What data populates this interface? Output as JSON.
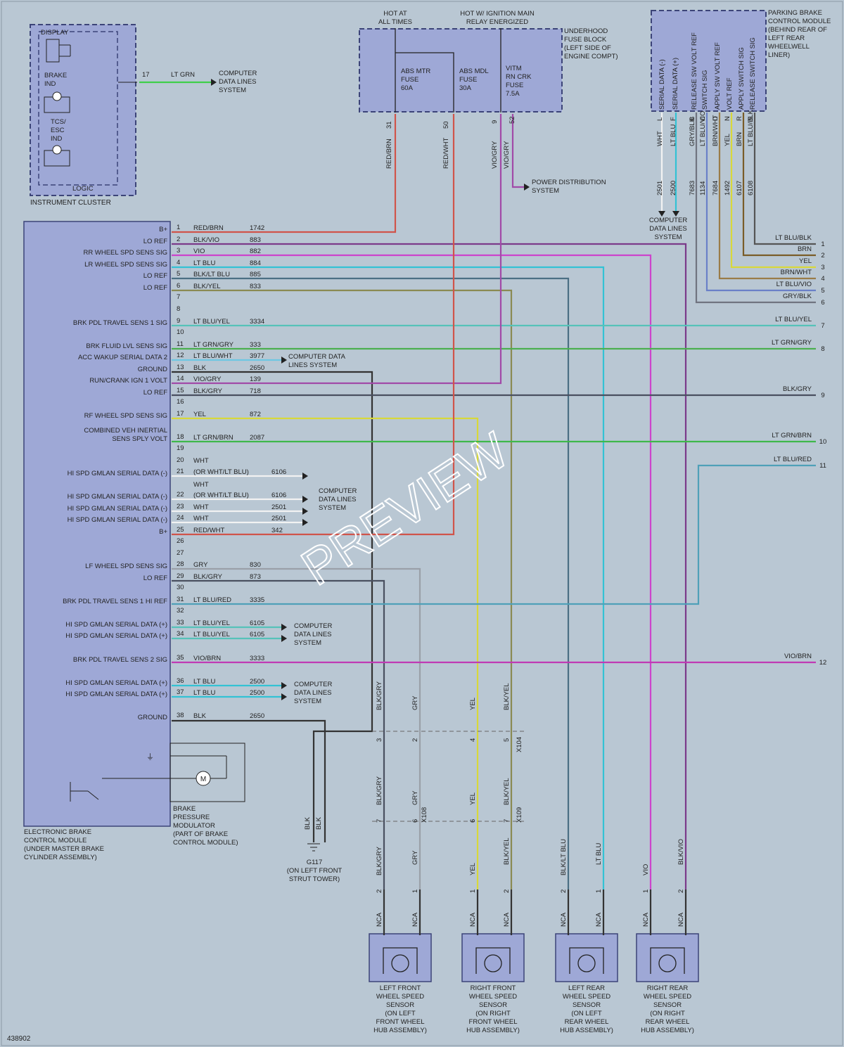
{
  "diagram_id": "438902",
  "watermark": "PREVIEW",
  "colors": {
    "background": "#b9c7d3",
    "component_fill": "#9ea8d6",
    "RED/BRN": "#d0544a",
    "RED/WHT": "#d0544a",
    "BLK/VIO": "#7b3a8a",
    "VIO": "#cc44cc",
    "LT BLU": "#33c2d4",
    "BLK/LT BLU": "#4b6f84",
    "BLK/YEL": "#8a8a52",
    "LT BLU/YEL": "#56c2b9",
    "LT GRN/GRY": "#4cb050",
    "LT BLU/WHT": "#6ec7e2",
    "BLK": "#333333",
    "VIO/GRY": "#a14aa8",
    "BLK/GRY": "#4a5060",
    "YEL": "#d8d83a",
    "LT GRN/BRN": "#3fb84a",
    "GRY": "#9aa0a8",
    "LT BLU/RED": "#4fa0b8",
    "VIO/BRN": "#c03ab4",
    "BRN": "#7a5c28",
    "BRN/WHT": "#9a7c48",
    "LT BLU/VIO": "#6a80c8",
    "GRY/BLK": "#707480",
    "WHT": "#f2f2f2",
    "LT GRN": "#3fcf4a"
  },
  "instrument_cluster": {
    "title": "INSTRUMENT CLUSTER",
    "display_label": "DISPLAY",
    "brake_ind_label": "BRAKE\nIND",
    "tcs_label": "TCS/\nESC\nIND",
    "logic_label": "LOGIC",
    "pin": "17",
    "wire": "LT GRN",
    "dest": "COMPUTER\nDATA LINES\nSYSTEM"
  },
  "fuse_block": {
    "title": "UNDERHOOD\nFUSE BLOCK\n(LEFT SIDE OF\nENGINE COMPT)",
    "hot_at_all_times": "HOT AT\nALL TIMES",
    "hot_ignition": "HOT W/ IGNITION MAIN\nRELAY ENERGIZED",
    "fuses": [
      {
        "label": "ABS MTR\nFUSE\n60A",
        "pin": "31",
        "wire": "RED/BRN"
      },
      {
        "label": "ABS MDL\nFUSE\n30A",
        "pin": "50",
        "wire": "RED/WHT"
      },
      {
        "label": "VITM\nRN CRK\nFUSE\n7.5A",
        "pin": "9",
        "wire": "VIO/GRY",
        "pin2": "52",
        "wire2": "VIO/GRY"
      }
    ],
    "power_dist": "POWER DISTRIBUTION\nSYSTEM"
  },
  "parking_brake_module": {
    "title": "PARKING BRAKE\nCONTROL MODULE\n(BEHIND REAR OF\nLEFT REAR\nWHEELWELL\nLINER)",
    "pins": [
      {
        "fn": "SERIAL DATA (-)",
        "pin": "L",
        "wire": "WHT",
        "circuit": "2501"
      },
      {
        "fn": "SERIAL DATA (+)",
        "pin": "F",
        "wire": "LT BLU",
        "circuit": "2500"
      },
      {
        "fn": "RELEASE SW VOLT REF",
        "pin": "B",
        "wire": "GRY/BLK",
        "circuit": "7683"
      },
      {
        "fn": "SWITCH SIG",
        "pin": "C",
        "wire": "LT BLU/VIO",
        "circuit": "1134"
      },
      {
        "fn": "APPLY SW VOLT REF",
        "pin": "D",
        "wire": "BRN/WHT",
        "circuit": "7684"
      },
      {
        "fn": "VOLT REF",
        "pin": "N",
        "wire": "YEL",
        "circuit": "1492"
      },
      {
        "fn": "APPLY SWITCH SIG",
        "pin": "R",
        "wire": "BRN",
        "circuit": "6107"
      },
      {
        "fn": "RELEASE SWITCH SIG",
        "pin": "S",
        "wire": "LT BLU/BLK",
        "circuit": "6108"
      }
    ],
    "data_lines": "COMPUTER\nDATA LINES\nSYSTEM"
  },
  "ebcm": {
    "title": "ELECTRONIC BRAKE\nCONTROL MODULE\n(UNDER MASTER BRAKE\nCYLINDER ASSEMBLY)",
    "modulator": "BRAKE\nPRESSURE\nMODULATOR\n(PART OF BRAKE\nCONTROL MODULE)",
    "pins": [
      {
        "n": "1",
        "fn": "B+",
        "wire": "RED/BRN",
        "circuit": "1742"
      },
      {
        "n": "2",
        "fn": "LO REF",
        "wire": "BLK/VIO",
        "circuit": "883"
      },
      {
        "n": "3",
        "fn": "RR WHEEL SPD SENS SIG",
        "wire": "VIO",
        "circuit": "882"
      },
      {
        "n": "4",
        "fn": "LR WHEEL SPD SENS SIG",
        "wire": "LT BLU",
        "circuit": "884"
      },
      {
        "n": "5",
        "fn": "LO REF",
        "wire": "BLK/LT BLU",
        "circuit": "885"
      },
      {
        "n": "6",
        "fn": "LO REF",
        "wire": "BLK/YEL",
        "circuit": "833"
      },
      {
        "n": "7",
        "fn": "",
        "wire": "",
        "circuit": ""
      },
      {
        "n": "8",
        "fn": "",
        "wire": "",
        "circuit": ""
      },
      {
        "n": "9",
        "fn": "BRK PDL TRAVEL SENS 1 SIG",
        "wire": "LT BLU/YEL",
        "circuit": "3334"
      },
      {
        "n": "10",
        "fn": "",
        "wire": "",
        "circuit": ""
      },
      {
        "n": "11",
        "fn": "BRK FLUID LVL SENS SIG",
        "wire": "LT GRN/GRY",
        "circuit": "333"
      },
      {
        "n": "12",
        "fn": "ACC WAKUP SERIAL DATA 2",
        "wire": "LT BLU/WHT",
        "circuit": "3977"
      },
      {
        "n": "13",
        "fn": "GROUND",
        "wire": "BLK",
        "circuit": "2650"
      },
      {
        "n": "14",
        "fn": "RUN/CRANK IGN 1 VOLT",
        "wire": "VIO/GRY",
        "circuit": "139"
      },
      {
        "n": "15",
        "fn": "LO REF",
        "wire": "BLK/GRY",
        "circuit": "718"
      },
      {
        "n": "16",
        "fn": "",
        "wire": "",
        "circuit": ""
      },
      {
        "n": "17",
        "fn": "RF WHEEL SPD SENS SIG",
        "wire": "YEL",
        "circuit": "872"
      },
      {
        "n": "18",
        "fn": "COMBINED VEH INERTIAL\nSENS SPLY VOLT",
        "wire": "LT GRN/BRN",
        "circuit": "2087"
      },
      {
        "n": "19",
        "fn": "",
        "wire": "",
        "circuit": ""
      },
      {
        "n": "20",
        "fn": "",
        "wire": "WHT",
        "circuit": ""
      },
      {
        "n": "21",
        "fn": "HI SPD GMLAN SERIAL DATA (-)",
        "wire": "(OR WHT/LT BLU)",
        "circuit": "6106"
      },
      {
        "n": "22",
        "fn": "HI SPD GMLAN SERIAL DATA (-)",
        "wire": "(OR WHT/LT BLU)",
        "circuit": "6106",
        "wire_top": "WHT"
      },
      {
        "n": "23",
        "fn": "HI SPD GMLAN SERIAL DATA (-)",
        "wire": "WHT",
        "circuit": "2501"
      },
      {
        "n": "24",
        "fn": "HI SPD GMLAN SERIAL DATA (-)",
        "wire": "WHT",
        "circuit": "2501"
      },
      {
        "n": "25",
        "fn": "B+",
        "wire": "RED/WHT",
        "circuit": "342"
      },
      {
        "n": "26",
        "fn": "",
        "wire": "",
        "circuit": ""
      },
      {
        "n": "27",
        "fn": "",
        "wire": "",
        "circuit": ""
      },
      {
        "n": "28",
        "fn": "LF WHEEL SPD SENS SIG",
        "wire": "GRY",
        "circuit": "830"
      },
      {
        "n": "29",
        "fn": "LO REF",
        "wire": "BLK/GRY",
        "circuit": "873"
      },
      {
        "n": "30",
        "fn": "",
        "wire": "",
        "circuit": ""
      },
      {
        "n": "31",
        "fn": "BRK PDL TRAVEL SENS 1 HI REF",
        "wire": "LT BLU/RED",
        "circuit": "3335"
      },
      {
        "n": "32",
        "fn": "",
        "wire": "",
        "circuit": ""
      },
      {
        "n": "33",
        "fn": "HI SPD GMLAN SERIAL DATA (+)",
        "wire": "LT BLU/YEL",
        "circuit": "6105"
      },
      {
        "n": "34",
        "fn": "HI SPD GMLAN SERIAL DATA (+)",
        "wire": "LT BLU/YEL",
        "circuit": "6105"
      },
      {
        "n": "35",
        "fn": "BRK PDL TRAVEL SENS 2 SIG",
        "wire": "VIO/BRN",
        "circuit": "3333"
      },
      {
        "n": "36",
        "fn": "HI SPD GMLAN SERIAL DATA (+)",
        "wire": "LT BLU",
        "circuit": "2500"
      },
      {
        "n": "37",
        "fn": "HI SPD GMLAN SERIAL DATA (+)",
        "wire": "LT BLU",
        "circuit": "2500"
      },
      {
        "n": "38",
        "fn": "GROUND",
        "wire": "BLK",
        "circuit": "2650"
      }
    ],
    "data_lines_12": "COMPUTER DATA\nLINES SYSTEM",
    "data_lines_block": "COMPUTER\nDATA LINES\nSYSTEM"
  },
  "right_edge": [
    {
      "n": "1",
      "wire": "LT BLU/BLK"
    },
    {
      "n": "2",
      "wire": "BRN"
    },
    {
      "n": "3",
      "wire": "YEL"
    },
    {
      "n": "4",
      "wire": "BRN/WHT"
    },
    {
      "n": "5",
      "wire": "LT BLU/VIO"
    },
    {
      "n": "6",
      "wire": "GRY/BLK"
    },
    {
      "n": "7",
      "wire": "LT BLU/YEL"
    },
    {
      "n": "8",
      "wire": "LT GRN/GRY"
    },
    {
      "n": "9",
      "wire": "BLK/GRY"
    },
    {
      "n": "10",
      "wire": "LT GRN/BRN"
    },
    {
      "n": "11",
      "wire": "LT BLU/RED"
    },
    {
      "n": "12",
      "wire": "VIO/BRN"
    }
  ],
  "ground": {
    "label": "G117\n(ON LEFT FRONT\nSTRUT TOWER)",
    "wire": "BLK"
  },
  "connectors": {
    "x104": "X104",
    "x108": "X108",
    "x109": "X109",
    "nca": "NCA"
  },
  "sensors": [
    {
      "label": "LEFT FRONT\nWHEEL SPEED\nSENSOR\n(ON LEFT\nFRONT WHEEL\nHUB ASSEMBLY)",
      "wire_a": "BLK/GRY",
      "wire_b": "GRY",
      "x104_a": "3",
      "x104_b": "2",
      "mid_a": "7",
      "mid_b": "6",
      "sen_a": "2",
      "sen_b": "1"
    },
    {
      "label": "RIGHT FRONT\nWHEEL SPEED\nSENSOR\n(ON RIGHT\nFRONT WHEEL\nHUB ASSEMBLY)",
      "wire_a": "YEL",
      "wire_b": "BLK/YEL",
      "x104_a": "4",
      "x104_b": "5",
      "mid_a": "6",
      "mid_b": "7",
      "sen_a": "1",
      "sen_b": "2"
    },
    {
      "label": "LEFT REAR\nWHEEL SPEED\nSENSOR\n(ON LEFT\nREAR WHEEL\nHUB ASSEMBLY)",
      "wire_a": "BLK/LT BLU",
      "wire_b": "LT BLU",
      "sen_a": "2",
      "sen_b": "1"
    },
    {
      "label": "RIGHT REAR\nWHEEL SPEED\nSENSOR\n(ON RIGHT\nREAR WHEEL\nHUB ASSEMBLY)",
      "wire_a": "VIO",
      "wire_b": "BLK/VIO",
      "sen_a": "1",
      "sen_b": "2"
    }
  ]
}
